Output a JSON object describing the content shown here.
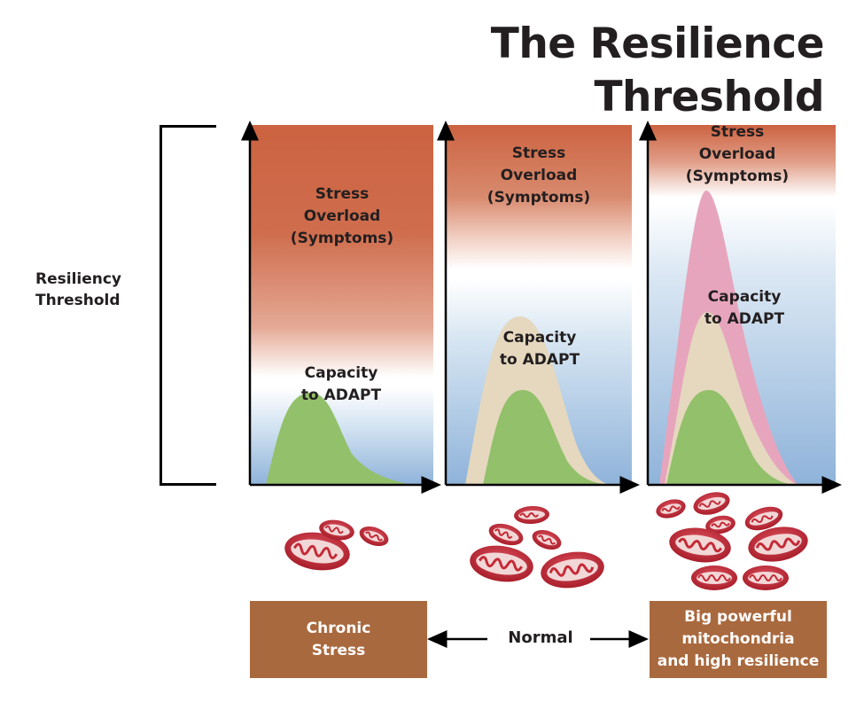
{
  "title": "The Resilience Threshold",
  "y_axis_label": "Resiliency\nThreshold",
  "panels": [
    {
      "stress_label": "Stress\nOverload\n(Symptoms)",
      "capacity_label": "Capacity\nto ADAPT"
    },
    {
      "stress_label": "Stress\nOverload\n(Symptoms)",
      "capacity_label": "Capacity\nto ADAPT"
    },
    {
      "stress_label": "Stress\nOverload\n(Symptoms)",
      "capacity_label": "Capacity\nto ADAPT"
    }
  ],
  "bottom": {
    "left_box": "Chronic\nStress",
    "middle_label": "Normal",
    "right_box": "Big powerful\nmitochondria\nand high resilience"
  },
  "colors": {
    "stress": "#cc6341",
    "baseline": "#ffffff",
    "resilience_blue": "#8fb3da",
    "capacity_green": "#93c06a",
    "capacity_beige": "#e5d8bf",
    "capacity_pink": "#e6a5bd",
    "box_brown": "#a9693e",
    "mitochondria_red": "#c42a36"
  }
}
